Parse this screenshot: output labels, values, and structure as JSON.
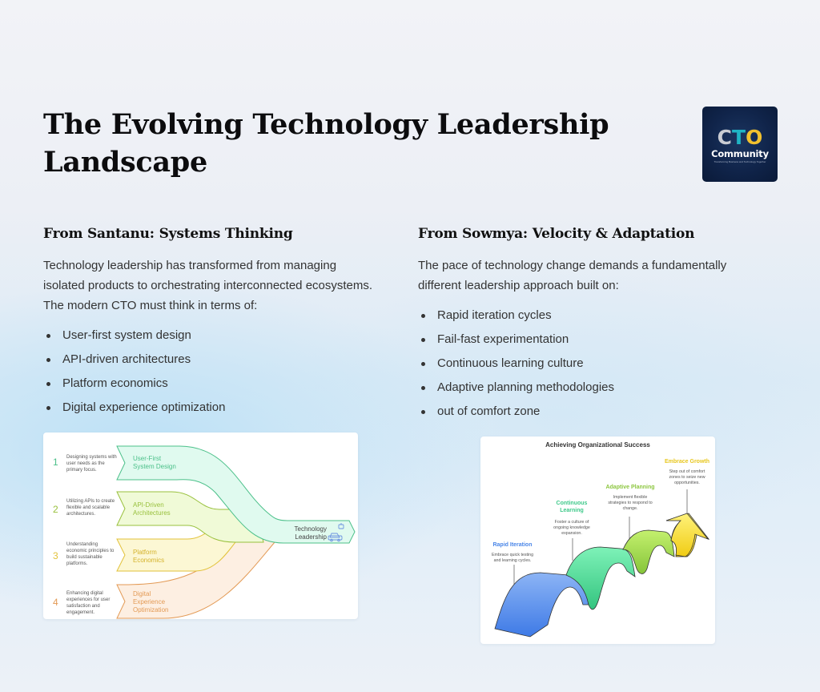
{
  "page": {
    "title": "The Evolving Technology Leadership Landscape"
  },
  "logo": {
    "letters": [
      "C",
      "T",
      "O"
    ],
    "wordmark": "Community",
    "tagline": "Transforming Business and Technology Together",
    "colors": {
      "background": "#10244a",
      "c": "#c9ccd3",
      "t": "#1fb4c4",
      "o": "#f2c12e"
    }
  },
  "santanu": {
    "heading": "From Santanu: Systems Thinking",
    "body": "Technology leadership has transformed from managing isolated products to orchestrating interconnected ecosystems. The modern CTO must think in terms of:",
    "bullets": [
      "User-first system design",
      "API-driven architectures",
      "Platform economics",
      "Digital experience optimization"
    ],
    "diagram": {
      "items": [
        {
          "num": "1",
          "label": "User-First System Design",
          "desc": "Designing systems with user needs as the primary focus.",
          "color": "#4cc08a",
          "fill": "#e0faef"
        },
        {
          "num": "2",
          "label": "API-Driven Architectures",
          "desc": "Utilizing APIs to create flexible and scalable architectures.",
          "color": "#98c03c",
          "fill": "#f0fad7"
        },
        {
          "num": "3",
          "label": "Platform Economics",
          "desc": "Understanding economic principles to build sustainable platforms.",
          "color": "#e2c23a",
          "fill": "#fcf7d4"
        },
        {
          "num": "4",
          "label": "Digital Experience Optimization",
          "desc": "Enhancing digital experiences for user satisfaction and engagement.",
          "color": "#e39a55",
          "fill": "#fdefe2"
        }
      ],
      "target": {
        "label": "Technology Leadership",
        "icon": "robot-car-icon",
        "color": "#4cc08a"
      }
    }
  },
  "sowmya": {
    "heading": "From Sowmya: Velocity & Adaptation",
    "body": "The pace of technology change demands a fundamentally different leadership approach built on:",
    "bullets": [
      "Rapid iteration cycles",
      "Fail-fast experimentation",
      "Continuous learning culture",
      "Adaptive planning methodologies",
      "out of comfort zone"
    ],
    "diagram": {
      "title": "Achieving Organizational Success",
      "steps": [
        {
          "label": "Rapid Iteration",
          "desc": "Embrace quick testing and learning cycles.",
          "color": "#4a86e8"
        },
        {
          "label": "Continuous Learning",
          "desc": "Foster a culture of ongoing knowledge expansion.",
          "color": "#3ec98a"
        },
        {
          "label": "Adaptive Planning",
          "desc": "Implement flexible strategies to respond to change.",
          "color": "#8cc63f"
        },
        {
          "label": "Embrace Growth",
          "desc": "Step out of comfort zones to seize new opportunities.",
          "color": "#e8c71e"
        }
      ]
    }
  }
}
